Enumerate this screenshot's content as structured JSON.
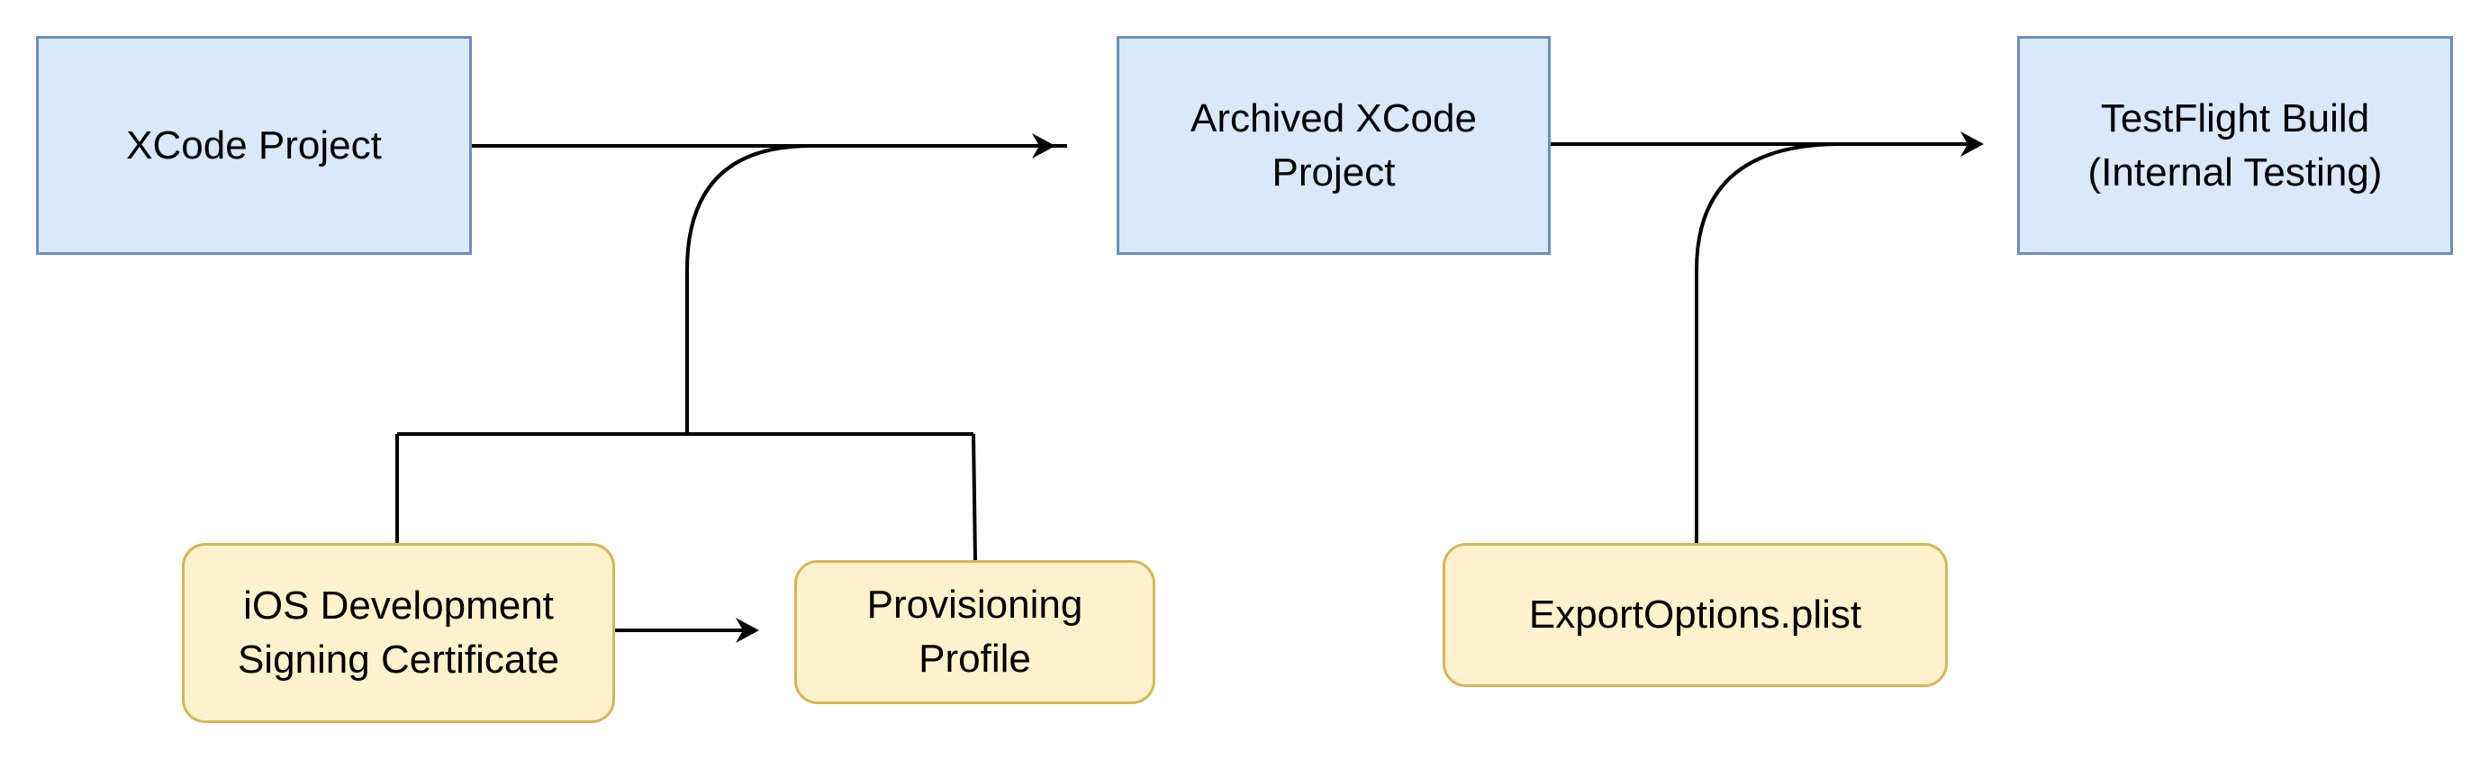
{
  "nodes": {
    "xcode_project": {
      "label": "XCode Project",
      "fill": "#dae8fc",
      "stroke": "#6c8ebf"
    },
    "archived_xcode_project": {
      "label": "Archived XCode\nProject",
      "fill": "#dae8fc",
      "stroke": "#6c8ebf"
    },
    "testflight_build": {
      "label": "TestFlight Build\n(Internal Testing)",
      "fill": "#dae8fc",
      "stroke": "#6c8ebf"
    },
    "ios_signing_certificate": {
      "label": "iOS Development\nSigning Certificate",
      "fill": "#fff2cc",
      "stroke": "#d6b656"
    },
    "provisioning_profile": {
      "label": "Provisioning\nProfile",
      "fill": "#fff2cc",
      "stroke": "#d6b656"
    },
    "export_options_plist": {
      "label": "ExportOptions.plist",
      "fill": "#fff2cc",
      "stroke": "#d6b656"
    }
  },
  "edges": [
    {
      "from": "xcode_project",
      "to": "archived_xcode_project"
    },
    {
      "from": "ios_signing_certificate",
      "to": "archived_xcode_project"
    },
    {
      "from": "provisioning_profile",
      "to": "archived_xcode_project"
    },
    {
      "from": "archived_xcode_project",
      "to": "testflight_build"
    },
    {
      "from": "export_options_plist",
      "to": "testflight_build"
    },
    {
      "from": "ios_signing_certificate",
      "to": "provisioning_profile"
    }
  ],
  "line_color": "#000000"
}
